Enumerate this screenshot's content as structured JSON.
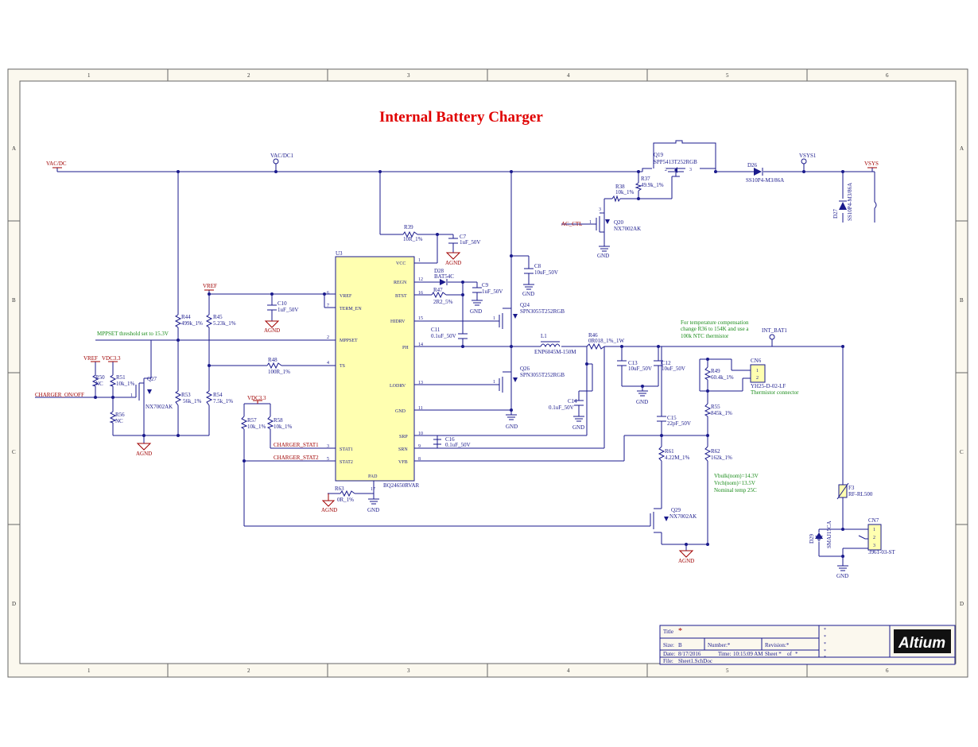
{
  "title": "Internal Battery Charger",
  "zones": {
    "cols": [
      "1",
      "2",
      "3",
      "4",
      "5",
      "6"
    ],
    "rows": [
      "A",
      "B",
      "C",
      "D"
    ]
  },
  "ic": {
    "ref": "U3",
    "part": "BQ24650RVAR",
    "pins": [
      {
        "num": "1",
        "name": "VCC"
      },
      {
        "num": "12",
        "name": "REGN"
      },
      {
        "num": "16",
        "name": "BTST"
      },
      {
        "num": "15",
        "name": "HIDRV"
      },
      {
        "num": "14",
        "name": "PH"
      },
      {
        "num": "13",
        "name": "LODRV"
      },
      {
        "num": "11",
        "name": "GND"
      },
      {
        "num": "10",
        "name": "SRP"
      },
      {
        "num": "9",
        "name": "SRN"
      },
      {
        "num": "8",
        "name": "VFB"
      },
      {
        "num": "6",
        "name": "VREF"
      },
      {
        "num": "7",
        "name": "TERM_EN"
      },
      {
        "num": "2",
        "name": "MPPSET"
      },
      {
        "num": "4",
        "name": "TS"
      },
      {
        "num": "3",
        "name": "STAT1"
      },
      {
        "num": "5",
        "name": "STAT2"
      },
      {
        "num": "17",
        "name": "PAD"
      }
    ]
  },
  "nets": {
    "vac_dc_port": "VAC/DC",
    "vac_dc1": "VAC/DC1",
    "vsys1": "VSYS1",
    "vsys": "VSYS",
    "int_bat1": "INT_BAT1",
    "vref": "VREF",
    "vdc33": "VDC3.3",
    "agnd": "AGND",
    "gnd": "GND",
    "ac_ctl": "AC_CTL",
    "charger_on_off": "CHARGER_ON/OFF",
    "charger_stat1": "CHARGER_STAT1",
    "charger_stat2": "CHARGER_STAT2"
  },
  "components": {
    "q19": {
      "ref": "Q19",
      "value": "SPP5413T252RGB"
    },
    "d26": {
      "ref": "D26",
      "value": "SS10P4-M3/86A"
    },
    "d27": {
      "ref": "D27",
      "value": "SS10P4-M3/86A"
    },
    "r37": {
      "ref": "R37",
      "value": "49.9k_1%"
    },
    "r38": {
      "ref": "R38",
      "value": "10k_1%"
    },
    "q20": {
      "ref": "Q20",
      "value": "NX7002AK"
    },
    "r39": {
      "ref": "R39",
      "value": "10R_1%"
    },
    "c7": {
      "ref": "C7",
      "value": "1uF_50V"
    },
    "c8": {
      "ref": "C8",
      "value": "10uF_50V"
    },
    "d28": {
      "ref": "D28",
      "value": "BAT54C"
    },
    "c9": {
      "ref": "C9",
      "value": "1uF_50V"
    },
    "r47": {
      "ref": "R47",
      "value": "2R2_5%"
    },
    "q24": {
      "ref": "Q24",
      "value": "SPN3055T252RGB"
    },
    "c11": {
      "ref": "C11",
      "value": "0.1uF_50V"
    },
    "l1": {
      "ref": "L1",
      "value": "ENP6045M-150M"
    },
    "r46": {
      "ref": "R46",
      "value": "0R018_1%_1W"
    },
    "c13": {
      "ref": "C13",
      "value": "10uF_50V"
    },
    "c12": {
      "ref": "C12",
      "value": "10uF_50V"
    },
    "c14": {
      "ref": "C14",
      "value": "0.1uF_50V"
    },
    "q26": {
      "ref": "Q26",
      "value": "SPN3055T252RGB"
    },
    "c10": {
      "ref": "C10",
      "value": "1uF_50V"
    },
    "r44": {
      "ref": "R44",
      "value": "499k_1%"
    },
    "r45": {
      "ref": "R45",
      "value": "5.23k_1%"
    },
    "r48": {
      "ref": "R48",
      "value": "100R_1%"
    },
    "r50": {
      "ref": "R50",
      "value": "NC"
    },
    "r51": {
      "ref": "R51",
      "value": "10k_1%"
    },
    "r56": {
      "ref": "R56",
      "value": "NC"
    },
    "q27": {
      "ref": "Q27",
      "value": "NX7002AK"
    },
    "r53": {
      "ref": "R53",
      "value": "56k_1%"
    },
    "r54": {
      "ref": "R54",
      "value": "7.5k_1%"
    },
    "r57": {
      "ref": "R57",
      "value": "10k_1%"
    },
    "r58": {
      "ref": "R58",
      "value": "10k_1%"
    },
    "c16": {
      "ref": "C16",
      "value": "0.1uF_50V"
    },
    "r63": {
      "ref": "R63",
      "value": "0R_1%"
    },
    "r49": {
      "ref": "R49",
      "value": "60.4k_1%"
    },
    "cn6": {
      "ref": "CN6",
      "value": "YH25-D-02-LF"
    },
    "r55": {
      "ref": "R55",
      "value": "845k_1%"
    },
    "c15": {
      "ref": "C15",
      "value": "22pF_50V"
    },
    "r61": {
      "ref": "R61",
      "value": "4.22M_1%"
    },
    "r62": {
      "ref": "R62",
      "value": "162k_1%"
    },
    "q29": {
      "ref": "Q29",
      "value": "NX7002AK"
    },
    "f3": {
      "ref": "F3",
      "value": "RF-RL500"
    },
    "d29": {
      "ref": "D29",
      "value": "SMAJ15CA"
    },
    "cn7": {
      "ref": "CN7",
      "value": "3961-03-ST"
    }
  },
  "notes": {
    "mppset": "MPPSET threshold set to 15.3V",
    "temp_comp_1": "For temperature compensation",
    "temp_comp_2": "change R36 to 154K and use a",
    "temp_comp_3": "100k NTC thermistor",
    "thermistor": "Thermistor connector",
    "vbulk": "Vbulk(nom)=14.3V",
    "vrch": "Vrch(nom)=13.5V",
    "nominal_temp": "Nominal temp 25C"
  },
  "title_block": {
    "title_label": "Title",
    "title_value": "*",
    "size_label": "Size:",
    "size_value": "B",
    "number_label": "Number:*",
    "revision_label": "Revision:*",
    "date_label": "Date:",
    "date_value": "8/17/2016",
    "time_label": "Time:",
    "time_value": "10:15:09 AM",
    "sheet_label": "Sheet *",
    "of_label": "of",
    "of_value": "*",
    "file_label": "File:",
    "file_value": "Sheet1.SchDoc",
    "logo": "Altium"
  },
  "colors": {
    "wire": "#1a1a8c",
    "red": "#a00000",
    "ic_fill": "#ffffb0",
    "border": "#fbf8ee",
    "green": "#1a8c1a"
  }
}
